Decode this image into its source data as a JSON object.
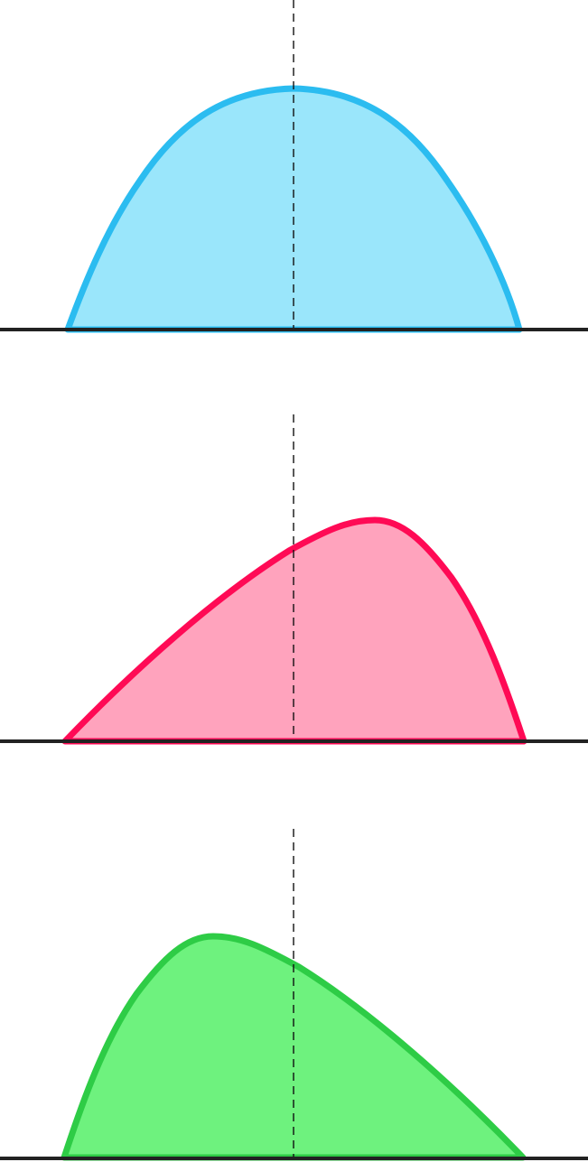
{
  "figure": {
    "panels": [
      {
        "id": "symmetric",
        "fill": "#9ae6fb",
        "stroke": "#2bbcf0"
      },
      {
        "id": "negatively-skewed",
        "fill": "#ffa3bd",
        "stroke": "#ff0a55"
      },
      {
        "id": "positively-skewed",
        "fill": "#6ef27e",
        "stroke": "#2ecc46"
      }
    ]
  }
}
